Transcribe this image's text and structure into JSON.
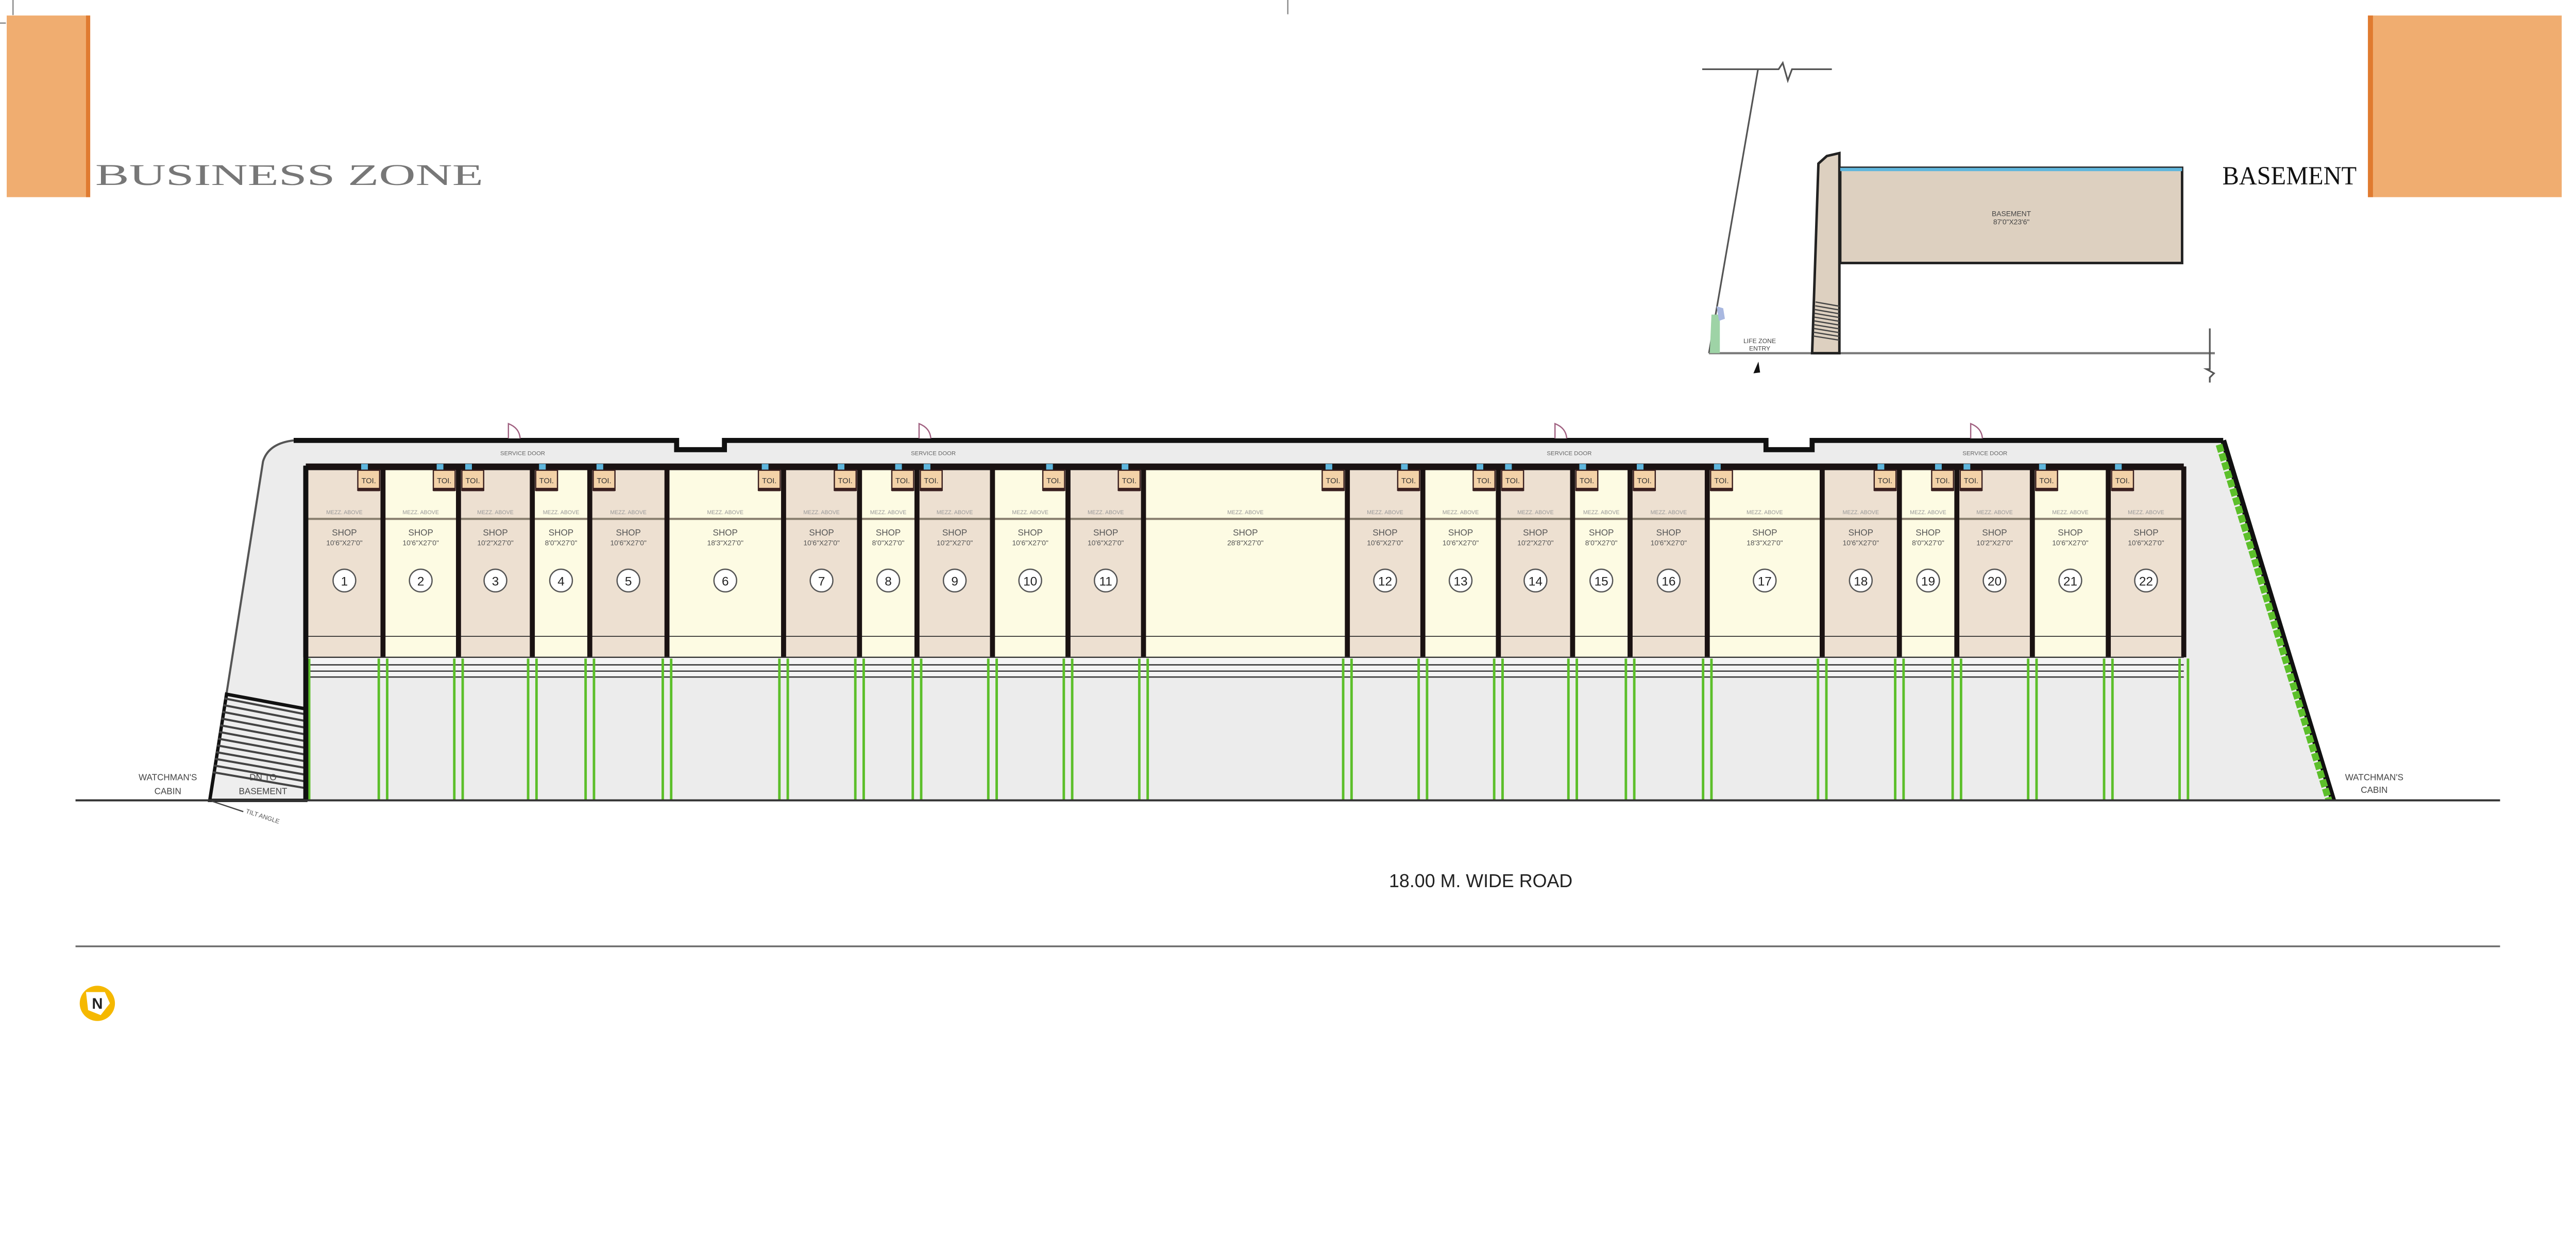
{
  "header": {
    "title": "BUSINESS ZONE",
    "basement_title": "BASEMENT",
    "accent_color": "#f0ad70",
    "accent_dark": "#e07b30"
  },
  "shops": [
    {
      "number": "1",
      "label": "SHOP",
      "size": "10'6\"X27'0\"",
      "mezz": "MEZZ. ABOVE",
      "toilet": "TOI."
    },
    {
      "number": "2",
      "label": "SHOP",
      "size": "10'6\"X27'0\"",
      "mezz": "MEZZ. ABOVE",
      "toilet": "TOI."
    },
    {
      "number": "3",
      "label": "SHOP",
      "size": "10'2\"X27'0\"",
      "mezz": "MEZZ. ABOVE",
      "toilet": "TOI."
    },
    {
      "number": "4",
      "label": "SHOP",
      "size": "8'0\"X27'0\"",
      "mezz": "MEZZ. ABOVE",
      "toilet": "TOI."
    },
    {
      "number": "5",
      "label": "SHOP",
      "size": "10'6\"X27'0\"",
      "mezz": "MEZZ. ABOVE",
      "toilet": "TOI."
    },
    {
      "number": "6",
      "label": "SHOP",
      "size": "18'3\"X27'0\"",
      "mezz": "MEZZ. ABOVE",
      "toilet": "TOI."
    },
    {
      "number": "7",
      "label": "SHOP",
      "size": "10'6\"X27'0\"",
      "mezz": "MEZZ. ABOVE",
      "toilet": "TOI."
    },
    {
      "number": "8",
      "label": "SHOP",
      "size": "8'0\"X27'0\"",
      "mezz": "MEZZ. ABOVE",
      "toilet": "TOI."
    },
    {
      "number": "9",
      "label": "SHOP",
      "size": "10'2\"X27'0\"",
      "mezz": "MEZZ. ABOVE",
      "toilet": "TOI."
    },
    {
      "number": "10",
      "label": "SHOP",
      "size": "10'6\"X27'0\"",
      "mezz": "MEZZ. ABOVE",
      "toilet": "TOI."
    },
    {
      "number": "11",
      "label": "SHOP",
      "size": "10'6\"X27'0\"",
      "mezz": "MEZZ. ABOVE",
      "toilet": "TOI."
    },
    {
      "number": "",
      "label": "SHOP",
      "size": "28'8\"X27'0\"",
      "mezz": "MEZZ. ABOVE",
      "toilet": "TOI."
    },
    {
      "number": "12",
      "label": "SHOP",
      "size": "10'6\"X27'0\"",
      "mezz": "MEZZ. ABOVE",
      "toilet": "TOI."
    },
    {
      "number": "13",
      "label": "SHOP",
      "size": "10'6\"X27'0\"",
      "mezz": "MEZZ. ABOVE",
      "toilet": "TOI."
    },
    {
      "number": "14",
      "label": "SHOP",
      "size": "10'2\"X27'0\"",
      "mezz": "MEZZ. ABOVE",
      "toilet": "TOI."
    },
    {
      "number": "15",
      "label": "SHOP",
      "size": "8'0\"X27'0\"",
      "mezz": "MEZZ. ABOVE",
      "toilet": "TOI."
    },
    {
      "number": "16",
      "label": "SHOP",
      "size": "10'6\"X27'0\"",
      "mezz": "MEZZ. ABOVE",
      "toilet": "TOI."
    },
    {
      "number": "17",
      "label": "SHOP",
      "size": "18'3\"X27'0\"",
      "mezz": "MEZZ. ABOVE",
      "toilet": "TOI."
    },
    {
      "number": "18",
      "label": "SHOP",
      "size": "10'6\"X27'0\"",
      "mezz": "MEZZ. ABOVE",
      "toilet": "TOI."
    },
    {
      "number": "19",
      "label": "SHOP",
      "size": "8'0\"X27'0\"",
      "mezz": "MEZZ. ABOVE",
      "toilet": "TOI."
    },
    {
      "number": "20",
      "label": "SHOP",
      "size": "10'2\"X27'0\"",
      "mezz": "MEZZ. ABOVE",
      "toilet": "TOI."
    },
    {
      "number": "21",
      "label": "SHOP",
      "size": "10'6\"X27'0\"",
      "mezz": "MEZZ. ABOVE",
      "toilet": "TOI."
    },
    {
      "number": "22",
      "label": "SHOP",
      "size": "10'6\"X27'0\"",
      "mezz": "MEZZ. ABOVE",
      "toilet": "TOI."
    }
  ],
  "shop_colors": [
    "#ede0d1",
    "#fdfbe3"
  ],
  "service_doors": [
    "SERVICE DOOR",
    "SERVICE DOOR",
    "SERVICE DOOR",
    "SERVICE DOOR"
  ],
  "labels": {
    "watchman_left": {
      "line1": "WATCHMAN'S",
      "line2": "CABIN"
    },
    "watchman_right": {
      "line1": "WATCHMAN'S",
      "line2": "CABIN"
    },
    "dn_to_basement": {
      "line1": "DN TO",
      "line2": "BASEMENT"
    },
    "tilt_angle": "TILT ANGLE",
    "road": "18.00 M. WIDE ROAD"
  },
  "basement_plan": {
    "label": "BASEMENT",
    "size": "87'0\"X23'6\"",
    "life_zone_entry": {
      "line1": "LIFE ZONE",
      "line2": "ENTRY"
    }
  },
  "compass": {
    "letter": "N",
    "color": "#f5b800"
  },
  "planting_color": "#5cbf2a"
}
